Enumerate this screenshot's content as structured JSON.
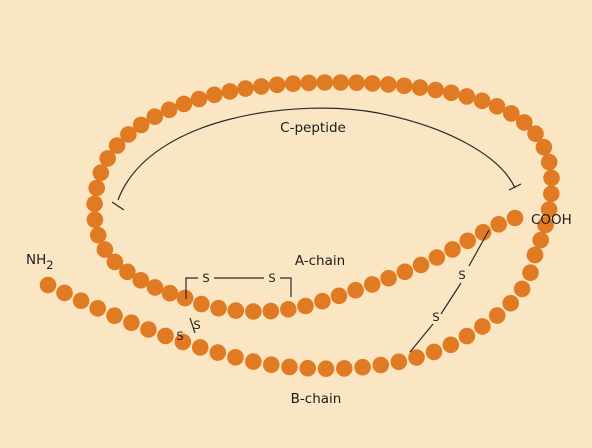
{
  "colors": {
    "background": "#fbe6c4",
    "amino_acid": "#e07b24",
    "line": "#2a2a2a"
  },
  "labels": {
    "c_peptide": "C-peptide",
    "a_chain": "A-chain",
    "b_chain": "B-chain",
    "n_terminus": "NH",
    "n_terminus_sub": "2",
    "c_terminus": "COOH"
  },
  "disulfide": {
    "sulfur": "S"
  }
}
